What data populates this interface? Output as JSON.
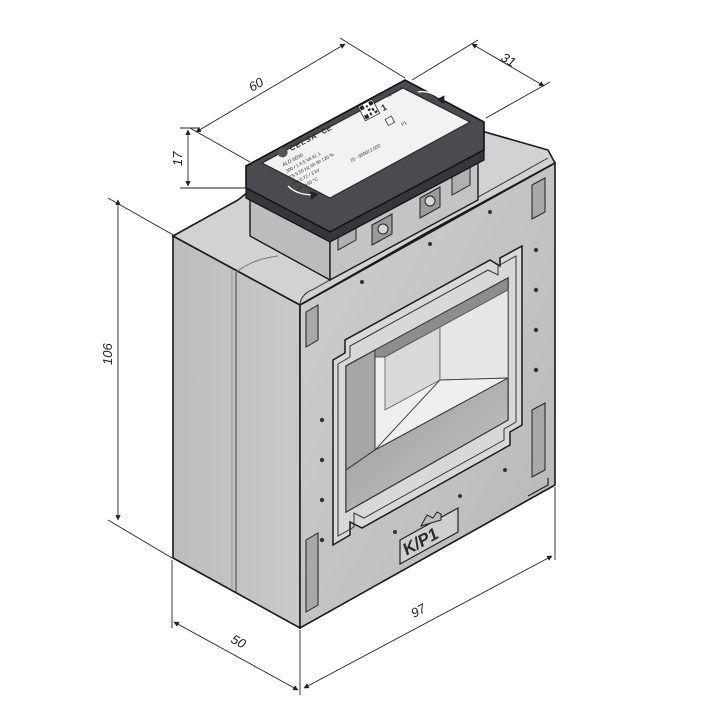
{
  "dimensions": {
    "width_top": "60",
    "depth_top": "31",
    "label_height": "17",
    "height": "106",
    "depth_bottom": "50",
    "width_bottom": "97"
  },
  "label": {
    "brand": "CELSA",
    "ce_mark": "CE",
    "model": "ALO 6030",
    "line1": "300 / 1 A    5 VA    Kl. 1",
    "line2": "FS 5   50 Hz   Ith   Ith   120 %",
    "line3": "Um   0.72 / 3 kV",
    "line4": "-20...+50 °C",
    "serial": "25 - 000012.000",
    "terminal_s1": "S1",
    "terminal_p1": "P1",
    "arrow_mark": "1"
  },
  "front_mark": "K/P1",
  "colors": {
    "housing": "#c6c6c6",
    "housing_side": "#b3b3b3",
    "housing_top": "#d4d4d4",
    "cover": "#46464b",
    "label_bg": "#f2f2f0",
    "line": "#1a1a1a"
  }
}
